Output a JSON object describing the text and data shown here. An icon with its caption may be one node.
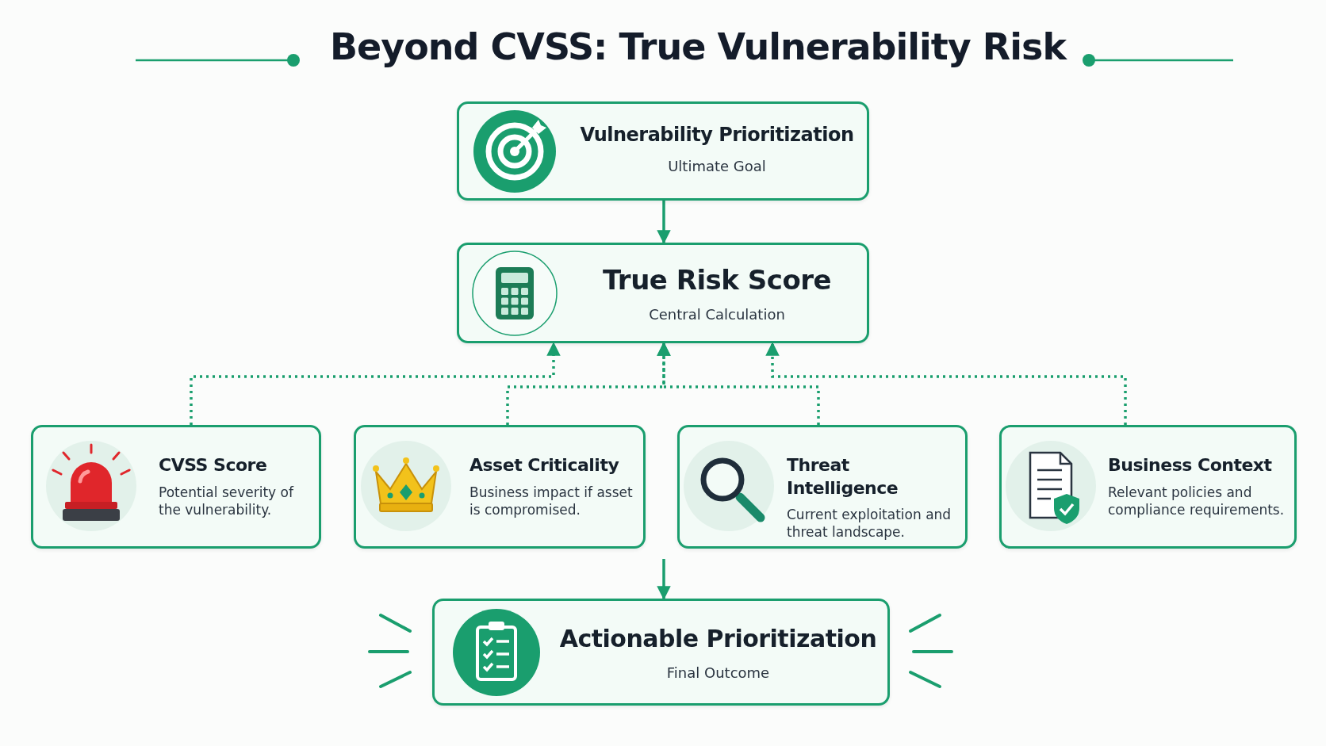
{
  "diagram": {
    "title": "Beyond CVSS: True Vulnerability Risk",
    "nodes": [
      {
        "text": [
          "Vulnerability Prioritization",
          "Ultimate Goal"
        ]
      },
      {
        "text": [
          "True Risk Score",
          "Central Calculation"
        ]
      },
      {
        "text": [
          "CVSS Score",
          "Potential severity of the vulnerability."
        ]
      },
      {
        "text": [
          "Asset Criticality",
          "Business impact if asset is compromised."
        ]
      },
      {
        "text": [
          "Threat Intelligence",
          "Current exploitation and threat landscape."
        ]
      },
      {
        "text": [
          "Business Context",
          "Relevant policies and compliance requirements."
        ]
      },
      {
        "text": [
          "Actionable Prioritization",
          "Final Outcome"
        ]
      }
    ],
    "edges": [
      {
        "from": 0,
        "to": 1,
        "arrow": "to"
      },
      {
        "from": 2,
        "to": 1,
        "arrow": "to",
        "style": "dashed"
      },
      {
        "from": 3,
        "to": 1,
        "arrow": "to",
        "style": "dashed"
      },
      {
        "from": 4,
        "to": 1,
        "arrow": "to",
        "style": "dashed"
      },
      {
        "from": 5,
        "to": 1,
        "arrow": "to",
        "style": "dashed"
      },
      {
        "from": null,
        "to": 6,
        "arrow": "to"
      }
    ]
  }
}
